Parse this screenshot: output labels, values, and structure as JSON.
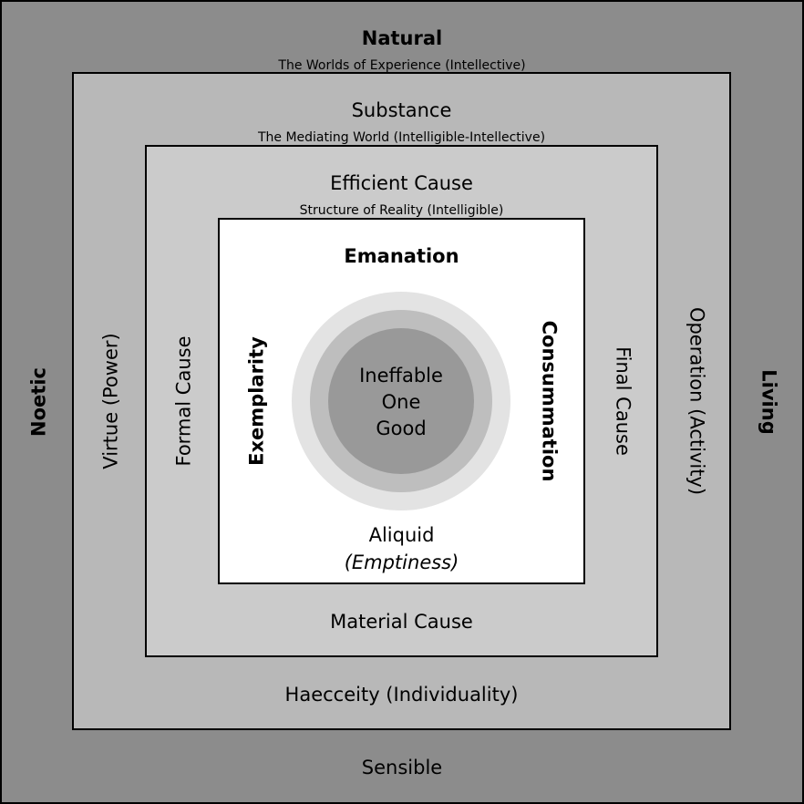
{
  "colors": {
    "outer": "#8c8c8c",
    "substance": "#b8b8b8",
    "causes": "#cbcbcb",
    "inner": "#ffffff",
    "ring_outer": "#e3e3e3",
    "ring_middle": "#bebebe",
    "ring_core": "#999999",
    "border": "#000000"
  },
  "outer": {
    "top_title": "Natural",
    "top_subtitle": "The Worlds of Experience (Intellective)",
    "left": "Noetic",
    "right": "Living",
    "bottom": "Sensible"
  },
  "substance": {
    "top_title": "Substance",
    "top_subtitle": "The Mediating World (Intelligible-Intellective)",
    "left": "Virtue (Power)",
    "right": "Operation (Activity)",
    "bottom": "Haecceity (Individuality)"
  },
  "causes": {
    "top_title": "Efficient Cause",
    "top_subtitle": "Structure of Reality (Intelligible)",
    "left": "Formal Cause",
    "right": "Final Cause",
    "bottom": "Material Cause"
  },
  "inner": {
    "top": "Emanation",
    "left": "Exemplarity",
    "right": "Consummation",
    "bottom_1": "Aliquid",
    "bottom_2": "(Emptiness)"
  },
  "core": {
    "line1": "Ineffable",
    "line2": "One",
    "line3": "Good"
  }
}
